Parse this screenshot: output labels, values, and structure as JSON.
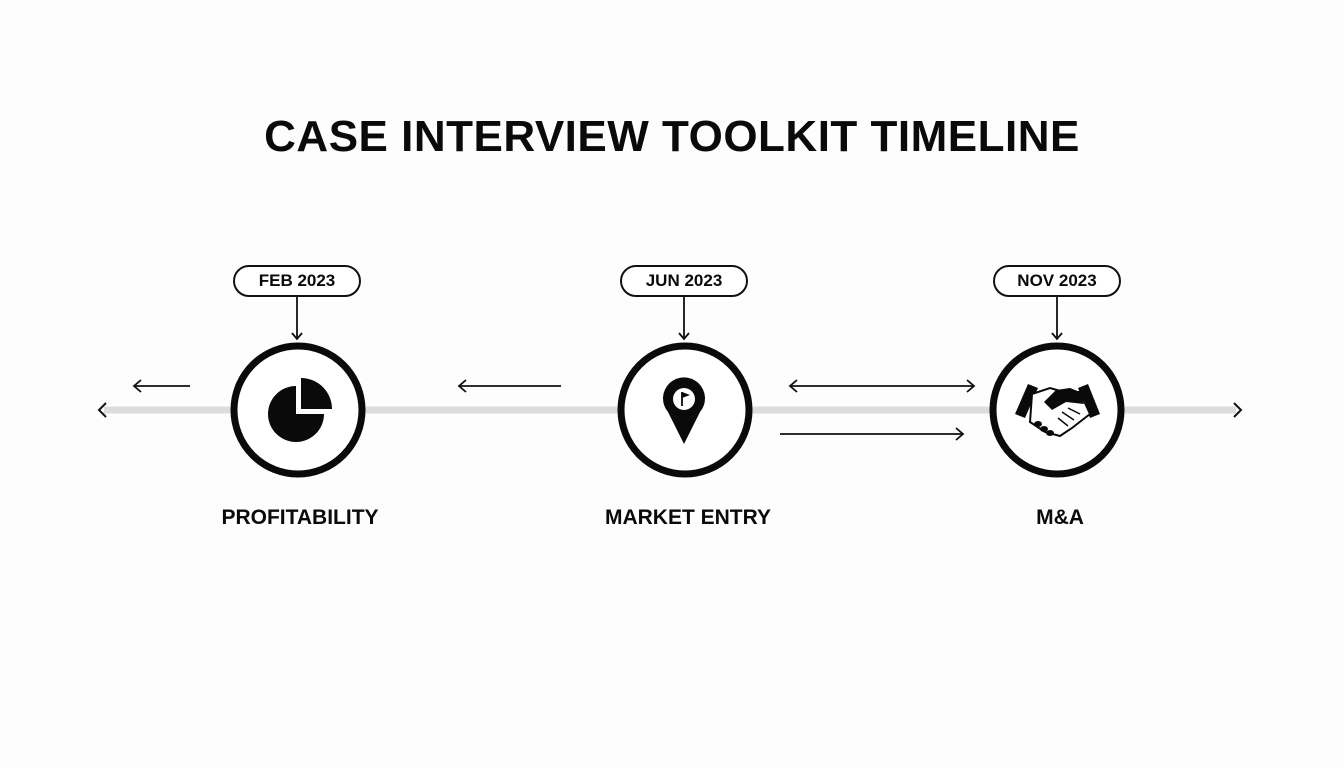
{
  "title": "CASE INTERVIEW TOOLKIT TIMELINE",
  "colors": {
    "ink": "#0a0a0a",
    "timeline": "#dcdcdc",
    "background": "#fdfdfd"
  },
  "milestones": [
    {
      "date": "FEB 2023",
      "label": "PROFITABILITY",
      "icon": "pie-chart-icon"
    },
    {
      "date": "JUN 2023",
      "label": "MARKET ENTRY",
      "icon": "map-pin-flag-icon"
    },
    {
      "date": "NOV 2023",
      "label": "M&A",
      "icon": "handshake-icon"
    }
  ]
}
